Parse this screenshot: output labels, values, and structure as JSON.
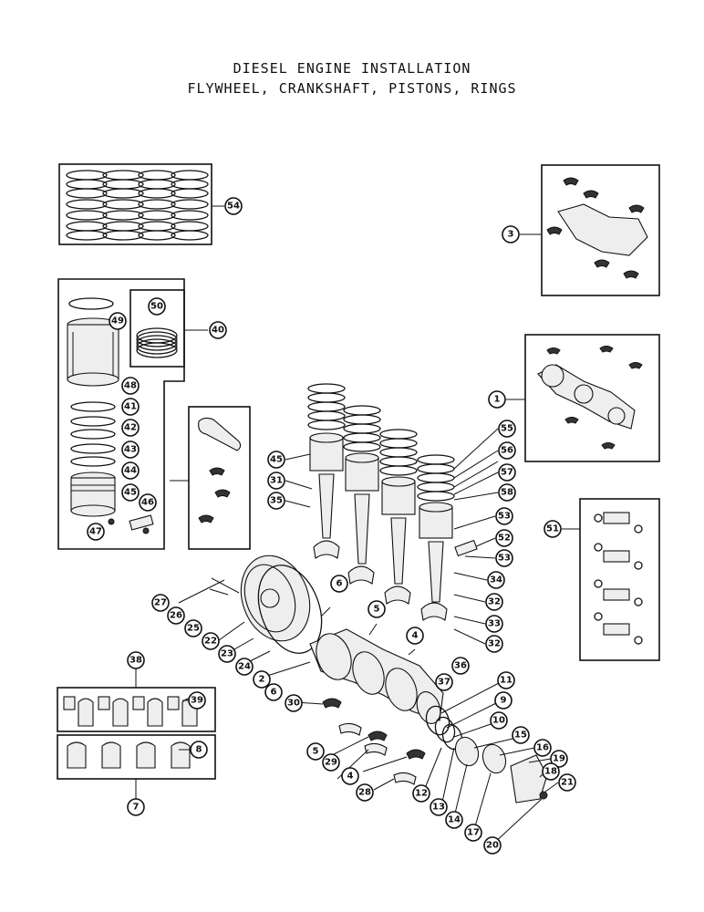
{
  "title": {
    "line1": "DIESEL ENGINE INSTALLATION",
    "line2": "FLYWHEEL, CRANKSHAFT, PISTONS, RINGS"
  },
  "callouts": [
    {
      "id": "c54",
      "label": "54"
    },
    {
      "id": "c3",
      "label": "3"
    },
    {
      "id": "c49",
      "label": "49"
    },
    {
      "id": "c50",
      "label": "50"
    },
    {
      "id": "c40",
      "label": "40"
    },
    {
      "id": "c48",
      "label": "48"
    },
    {
      "id": "c41",
      "label": "41"
    },
    {
      "id": "c42",
      "label": "42"
    },
    {
      "id": "c43",
      "label": "43"
    },
    {
      "id": "c44",
      "label": "44"
    },
    {
      "id": "c45a",
      "label": "45"
    },
    {
      "id": "c46",
      "label": "46"
    },
    {
      "id": "c47",
      "label": "47"
    },
    {
      "id": "c1",
      "label": "1"
    },
    {
      "id": "c45b",
      "label": "45"
    },
    {
      "id": "c31",
      "label": "31"
    },
    {
      "id": "c35",
      "label": "35"
    },
    {
      "id": "c55",
      "label": "55"
    },
    {
      "id": "c56",
      "label": "56"
    },
    {
      "id": "c57",
      "label": "57"
    },
    {
      "id": "c58",
      "label": "58"
    },
    {
      "id": "c53a",
      "label": "53"
    },
    {
      "id": "c52",
      "label": "52"
    },
    {
      "id": "c53b",
      "label": "53"
    },
    {
      "id": "c51",
      "label": "51"
    },
    {
      "id": "c34",
      "label": "34"
    },
    {
      "id": "c32a",
      "label": "32"
    },
    {
      "id": "c33",
      "label": "33"
    },
    {
      "id": "c32b",
      "label": "32"
    },
    {
      "id": "c27",
      "label": "27"
    },
    {
      "id": "c26",
      "label": "26"
    },
    {
      "id": "c25",
      "label": "25"
    },
    {
      "id": "c22",
      "label": "22"
    },
    {
      "id": "c23",
      "label": "23"
    },
    {
      "id": "c24",
      "label": "24"
    },
    {
      "id": "c6a",
      "label": "6"
    },
    {
      "id": "c5a",
      "label": "5"
    },
    {
      "id": "c4a",
      "label": "4"
    },
    {
      "id": "c2",
      "label": "2"
    },
    {
      "id": "c36",
      "label": "36"
    },
    {
      "id": "c37",
      "label": "37"
    },
    {
      "id": "c6b",
      "label": "6"
    },
    {
      "id": "c30",
      "label": "30"
    },
    {
      "id": "c11",
      "label": "11"
    },
    {
      "id": "c9",
      "label": "9"
    },
    {
      "id": "c10",
      "label": "10"
    },
    {
      "id": "c38",
      "label": "38"
    },
    {
      "id": "c39",
      "label": "39"
    },
    {
      "id": "c8",
      "label": "8"
    },
    {
      "id": "c7",
      "label": "7"
    },
    {
      "id": "c5b",
      "label": "5"
    },
    {
      "id": "c29",
      "label": "29"
    },
    {
      "id": "c15",
      "label": "15"
    },
    {
      "id": "c16",
      "label": "16"
    },
    {
      "id": "c19",
      "label": "19"
    },
    {
      "id": "c18",
      "label": "18"
    },
    {
      "id": "c4b",
      "label": "4"
    },
    {
      "id": "c28",
      "label": "28"
    },
    {
      "id": "c12",
      "label": "12"
    },
    {
      "id": "c13",
      "label": "13"
    },
    {
      "id": "c14",
      "label": "14"
    },
    {
      "id": "c17",
      "label": "17"
    },
    {
      "id": "c21",
      "label": "21"
    },
    {
      "id": "c20",
      "label": "20"
    }
  ]
}
